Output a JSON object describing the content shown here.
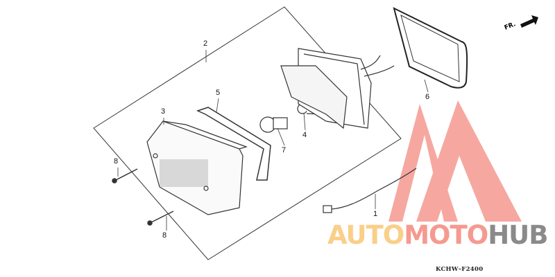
{
  "diagram": {
    "callouts": {
      "p1": "1",
      "p2": "2",
      "p3": "3",
      "p4": "4",
      "p5": "5",
      "p6": "6",
      "p7": "7",
      "p8a": "8",
      "p8b": "8"
    },
    "direction_label": "FR.",
    "diagram_code": "KCHW–F2400"
  },
  "watermark": {
    "part1": "AUTO",
    "part2": "MOTO",
    "part3": "HUB",
    "colors": {
      "auto": "#f9cf8a",
      "moto": "#f59a90",
      "hub": "#8a8a8a"
    }
  }
}
